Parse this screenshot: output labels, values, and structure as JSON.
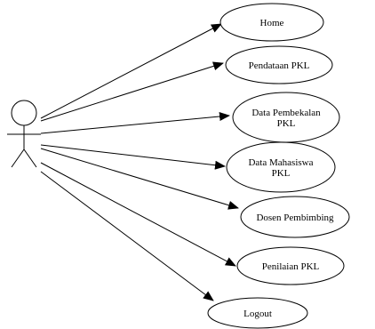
{
  "diagram": {
    "type": "use-case",
    "actor": {
      "label": ""
    },
    "use_cases": [
      {
        "lines": [
          "Home"
        ]
      },
      {
        "lines": [
          "Pendataan PKL"
        ]
      },
      {
        "lines": [
          "Data Pembekalan",
          "PKL"
        ]
      },
      {
        "lines": [
          "Data Mahasiswa",
          "PKL"
        ]
      },
      {
        "lines": [
          "Dosen Pembimbing"
        ]
      },
      {
        "lines": [
          "Penilaian PKL"
        ]
      },
      {
        "lines": [
          "Logout"
        ]
      }
    ],
    "line_color": "#000000",
    "background": "#ffffff"
  }
}
